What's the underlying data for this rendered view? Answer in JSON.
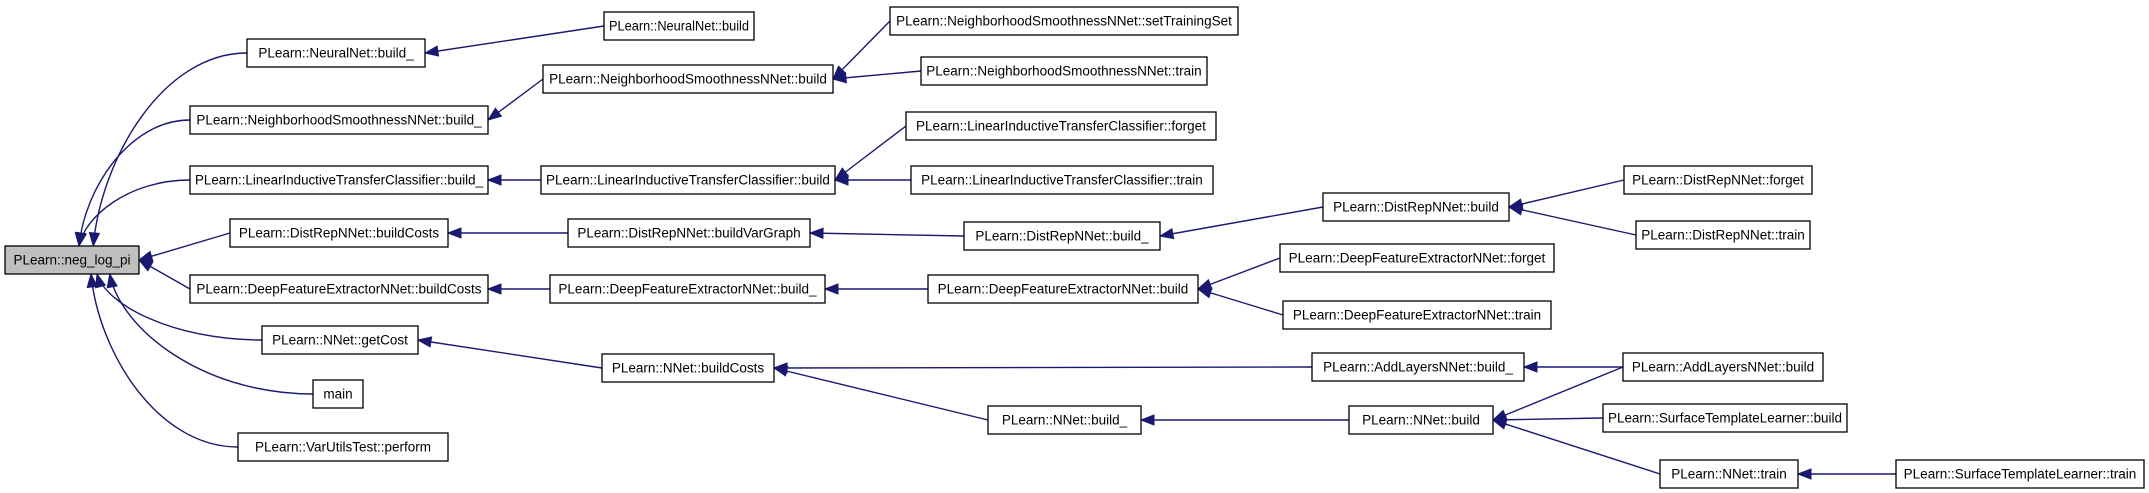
{
  "graph": {
    "root": "neg_log_pi",
    "nodes": [
      {
        "id": "neg_log_pi",
        "label": "PLearn::neg_log_pi",
        "root": true
      },
      {
        "id": "nn_build_",
        "label": "PLearn::NeuralNet::build_"
      },
      {
        "id": "nn_build",
        "label": "PLearn::NeuralNet::build"
      },
      {
        "id": "nsn_setts",
        "label": "PLearn::NeighborhoodSmoothnessNNet::setTrainingSet"
      },
      {
        "id": "nsn_build",
        "label": "PLearn::NeighborhoodSmoothnessNNet::build"
      },
      {
        "id": "nsn_train",
        "label": "PLearn::NeighborhoodSmoothnessNNet::train"
      },
      {
        "id": "nsn_build_",
        "label": "PLearn::NeighborhoodSmoothnessNNet::build_"
      },
      {
        "id": "litc_forget",
        "label": "PLearn::LinearInductiveTransferClassifier::forget"
      },
      {
        "id": "litc_build_",
        "label": "PLearn::LinearInductiveTransferClassifier::build_"
      },
      {
        "id": "litc_build",
        "label": "PLearn::LinearInductiveTransferClassifier::build"
      },
      {
        "id": "litc_train",
        "label": "PLearn::LinearInductiveTransferClassifier::train"
      },
      {
        "id": "drn_forget",
        "label": "PLearn::DistRepNNet::forget"
      },
      {
        "id": "drn_bc",
        "label": "PLearn::DistRepNNet::buildCosts"
      },
      {
        "id": "drn_bvg",
        "label": "PLearn::DistRepNNet::buildVarGraph"
      },
      {
        "id": "drn_build_",
        "label": "PLearn::DistRepNNet::build_"
      },
      {
        "id": "drn_build",
        "label": "PLearn::DistRepNNet::build"
      },
      {
        "id": "drn_train",
        "label": "PLearn::DistRepNNet::train"
      },
      {
        "id": "dfe_forget",
        "label": "PLearn::DeepFeatureExtractorNNet::forget"
      },
      {
        "id": "dfe_bc",
        "label": "PLearn::DeepFeatureExtractorNNet::buildCosts"
      },
      {
        "id": "dfe_build_",
        "label": "PLearn::DeepFeatureExtractorNNet::build_"
      },
      {
        "id": "dfe_build",
        "label": "PLearn::DeepFeatureExtractorNNet::build"
      },
      {
        "id": "dfe_train",
        "label": "PLearn::DeepFeatureExtractorNNet::train"
      },
      {
        "id": "nnet_getcost",
        "label": "PLearn::NNet::getCost"
      },
      {
        "id": "nnet_bc",
        "label": "PLearn::NNet::buildCosts"
      },
      {
        "id": "aln_build_",
        "label": "PLearn::AddLayersNNet::build_"
      },
      {
        "id": "aln_build",
        "label": "PLearn::AddLayersNNet::build"
      },
      {
        "id": "main",
        "label": "main"
      },
      {
        "id": "nnet_build_",
        "label": "PLearn::NNet::build_"
      },
      {
        "id": "nnet_build",
        "label": "PLearn::NNet::build"
      },
      {
        "id": "stl_build",
        "label": "PLearn::SurfaceTemplateLearner::build"
      },
      {
        "id": "vut_perform",
        "label": "PLearn::VarUtilsTest::perform"
      },
      {
        "id": "nnet_train",
        "label": "PLearn::NNet::train"
      },
      {
        "id": "stl_train",
        "label": "PLearn::SurfaceTemplateLearner::train"
      }
    ],
    "edges": [
      {
        "from": "nn_build_",
        "to": "neg_log_pi"
      },
      {
        "from": "nsn_build_",
        "to": "neg_log_pi"
      },
      {
        "from": "litc_build_",
        "to": "neg_log_pi"
      },
      {
        "from": "drn_bc",
        "to": "neg_log_pi"
      },
      {
        "from": "dfe_bc",
        "to": "neg_log_pi"
      },
      {
        "from": "nnet_getcost",
        "to": "neg_log_pi"
      },
      {
        "from": "main",
        "to": "neg_log_pi"
      },
      {
        "from": "vut_perform",
        "to": "neg_log_pi"
      },
      {
        "from": "nn_build",
        "to": "nn_build_"
      },
      {
        "from": "nsn_build",
        "to": "nsn_build_"
      },
      {
        "from": "nsn_setts",
        "to": "nsn_build"
      },
      {
        "from": "nsn_train",
        "to": "nsn_build"
      },
      {
        "from": "litc_build",
        "to": "litc_build_"
      },
      {
        "from": "litc_forget",
        "to": "litc_build"
      },
      {
        "from": "litc_train",
        "to": "litc_build"
      },
      {
        "from": "drn_bvg",
        "to": "drn_bc"
      },
      {
        "from": "drn_build_",
        "to": "drn_bvg"
      },
      {
        "from": "drn_build",
        "to": "drn_build_"
      },
      {
        "from": "drn_forget",
        "to": "drn_build"
      },
      {
        "from": "drn_train",
        "to": "drn_build"
      },
      {
        "from": "dfe_build_",
        "to": "dfe_bc"
      },
      {
        "from": "dfe_build",
        "to": "dfe_build_"
      },
      {
        "from": "dfe_forget",
        "to": "dfe_build"
      },
      {
        "from": "dfe_train",
        "to": "dfe_build"
      },
      {
        "from": "nnet_bc",
        "to": "nnet_getcost"
      },
      {
        "from": "aln_build_",
        "to": "nnet_bc"
      },
      {
        "from": "nnet_build_",
        "to": "nnet_bc"
      },
      {
        "from": "aln_build",
        "to": "aln_build_"
      },
      {
        "from": "nnet_build",
        "to": "nnet_build_"
      },
      {
        "from": "aln_build",
        "to": "nnet_build"
      },
      {
        "from": "stl_build",
        "to": "nnet_build"
      },
      {
        "from": "nnet_train",
        "to": "nnet_build"
      },
      {
        "from": "stl_train",
        "to": "nnet_train"
      }
    ]
  },
  "colors": {
    "edge": "#191970",
    "node_border": "#000000",
    "node_fill": "#ffffff",
    "root_fill": "#bfbfbf"
  }
}
